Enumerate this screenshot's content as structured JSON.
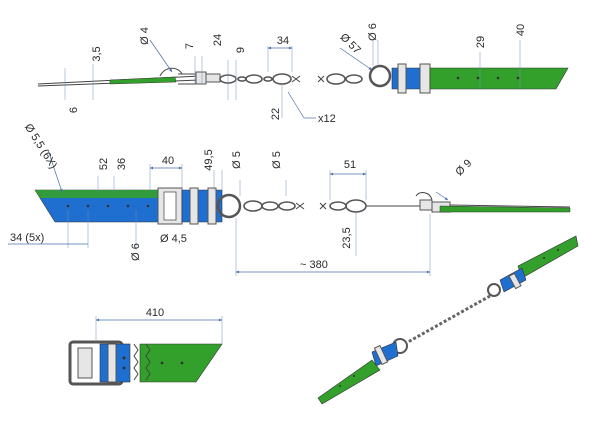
{
  "colors": {
    "green": "#33a02c",
    "blue": "#1f6fd1",
    "steel": "#d9d9d9",
    "dimension": "#4a6fa8"
  },
  "top_view": {
    "labels": {
      "d4": "Ø 4",
      "d35": "3,5",
      "d6_left": "6",
      "d7": "7",
      "d24": "24",
      "d9": "9",
      "d34": "34",
      "d22": "22",
      "x12": "x12",
      "d57": "Ø 57",
      "d6_ring": "Ø 6",
      "d29": "29",
      "d40": "40"
    }
  },
  "middle_view": {
    "labels": {
      "d55_6x": "Ø 5,5 (6X)",
      "d52": "52",
      "d36": "36",
      "d40": "40",
      "d495": "49,5",
      "d5_a": "Ø 5",
      "d5_b": "Ø 5",
      "d51": "51",
      "d9": "Ø 9",
      "d34_5x": "34  (5x)",
      "d6": "Ø 6",
      "d45": "Ø 4,5",
      "d235": "23,5",
      "d380": "~ 380"
    }
  },
  "detail_view": {
    "labels": {
      "d410": "410"
    }
  }
}
